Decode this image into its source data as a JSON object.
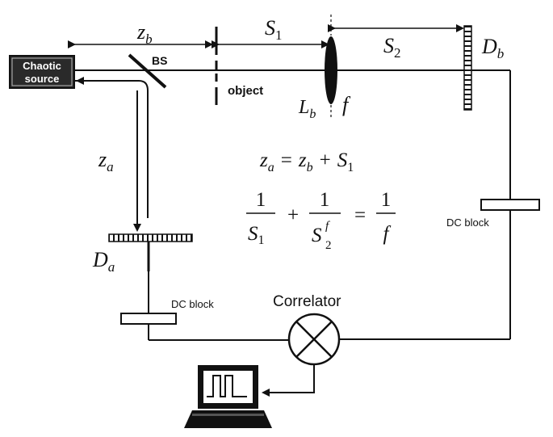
{
  "source": {
    "line1": "Chaotic",
    "line2": "source"
  },
  "labels": {
    "bs": "BS",
    "object": "object",
    "correlator": "Correlator",
    "dc_block_a": "DC block",
    "dc_block_b": "DC block"
  },
  "symbols": {
    "zb": {
      "base": "z",
      "sub": "b"
    },
    "za": {
      "base": "z",
      "sub": "a"
    },
    "s1": {
      "base": "S",
      "sub": "1"
    },
    "s2": {
      "base": "S",
      "sub": "2"
    },
    "lb": {
      "base": "L",
      "sub": "b"
    },
    "f": "f",
    "da": {
      "base": "D",
      "sub": "a"
    },
    "db": {
      "base": "D",
      "sub": "b"
    }
  },
  "equations": {
    "eq1": {
      "lhs": "z",
      "lhs_sub": "a",
      "equals": "=",
      "t1": "z",
      "t1_sub": "b",
      "plus": "+",
      "t2": "S",
      "t2_sub": "1"
    },
    "eq2": {
      "num1": "1",
      "den1": "S",
      "den1_sub": "1",
      "plus": "+",
      "num2": "1",
      "den2": "S",
      "den2_sub": "2",
      "den2_sup": "f",
      "equals": "=",
      "num3": "1",
      "den3": "f"
    }
  },
  "colors": {
    "ink": "#111111",
    "source_fill": "#2a2a2a",
    "screen_bg": "#ffffff"
  }
}
